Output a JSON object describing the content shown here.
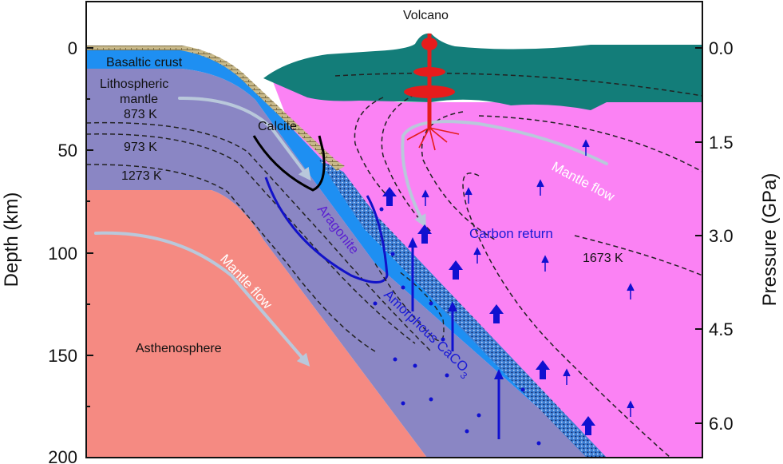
{
  "axes": {
    "left_title": "Depth (km)",
    "right_title": "Pressure (GPa)",
    "depth_ticks": [
      "0",
      "50",
      "100",
      "150",
      "200"
    ],
    "pressure_ticks": [
      "0.0",
      "1.5",
      "3.0",
      "4.5",
      "6.0"
    ]
  },
  "labels": {
    "volcano": "Volcano",
    "basaltic_crust": "Basaltic crust",
    "lithospheric_mantle_1": "Lithospheric",
    "lithospheric_mantle_2": "mantle",
    "iso_873": "873 K",
    "iso_973": "973 K",
    "iso_1273": "1273 K",
    "iso_1673": "1673 K",
    "calcite": "Calcite",
    "aragonite": "Aragonite",
    "amorphous": "Amorphous CaCO",
    "amorphous_sub": "3",
    "mantle_flow_left": "Mantle flow",
    "mantle_flow_right": "Mantle flow",
    "carbon_return": "Carbon return",
    "asthenosphere": "Asthenosphere"
  },
  "colors": {
    "asthenosphere": "#f58a82",
    "lithosphere": "#8a86c4",
    "oceanic_crust": "#1e8ff2",
    "mantle_wedge": "#fb82f4",
    "overriding_plate": "#137d79",
    "volcano_magma": "#e51c1c",
    "flow_arrow": "#b9c8db",
    "carbon_arrow": "#1010d0"
  }
}
